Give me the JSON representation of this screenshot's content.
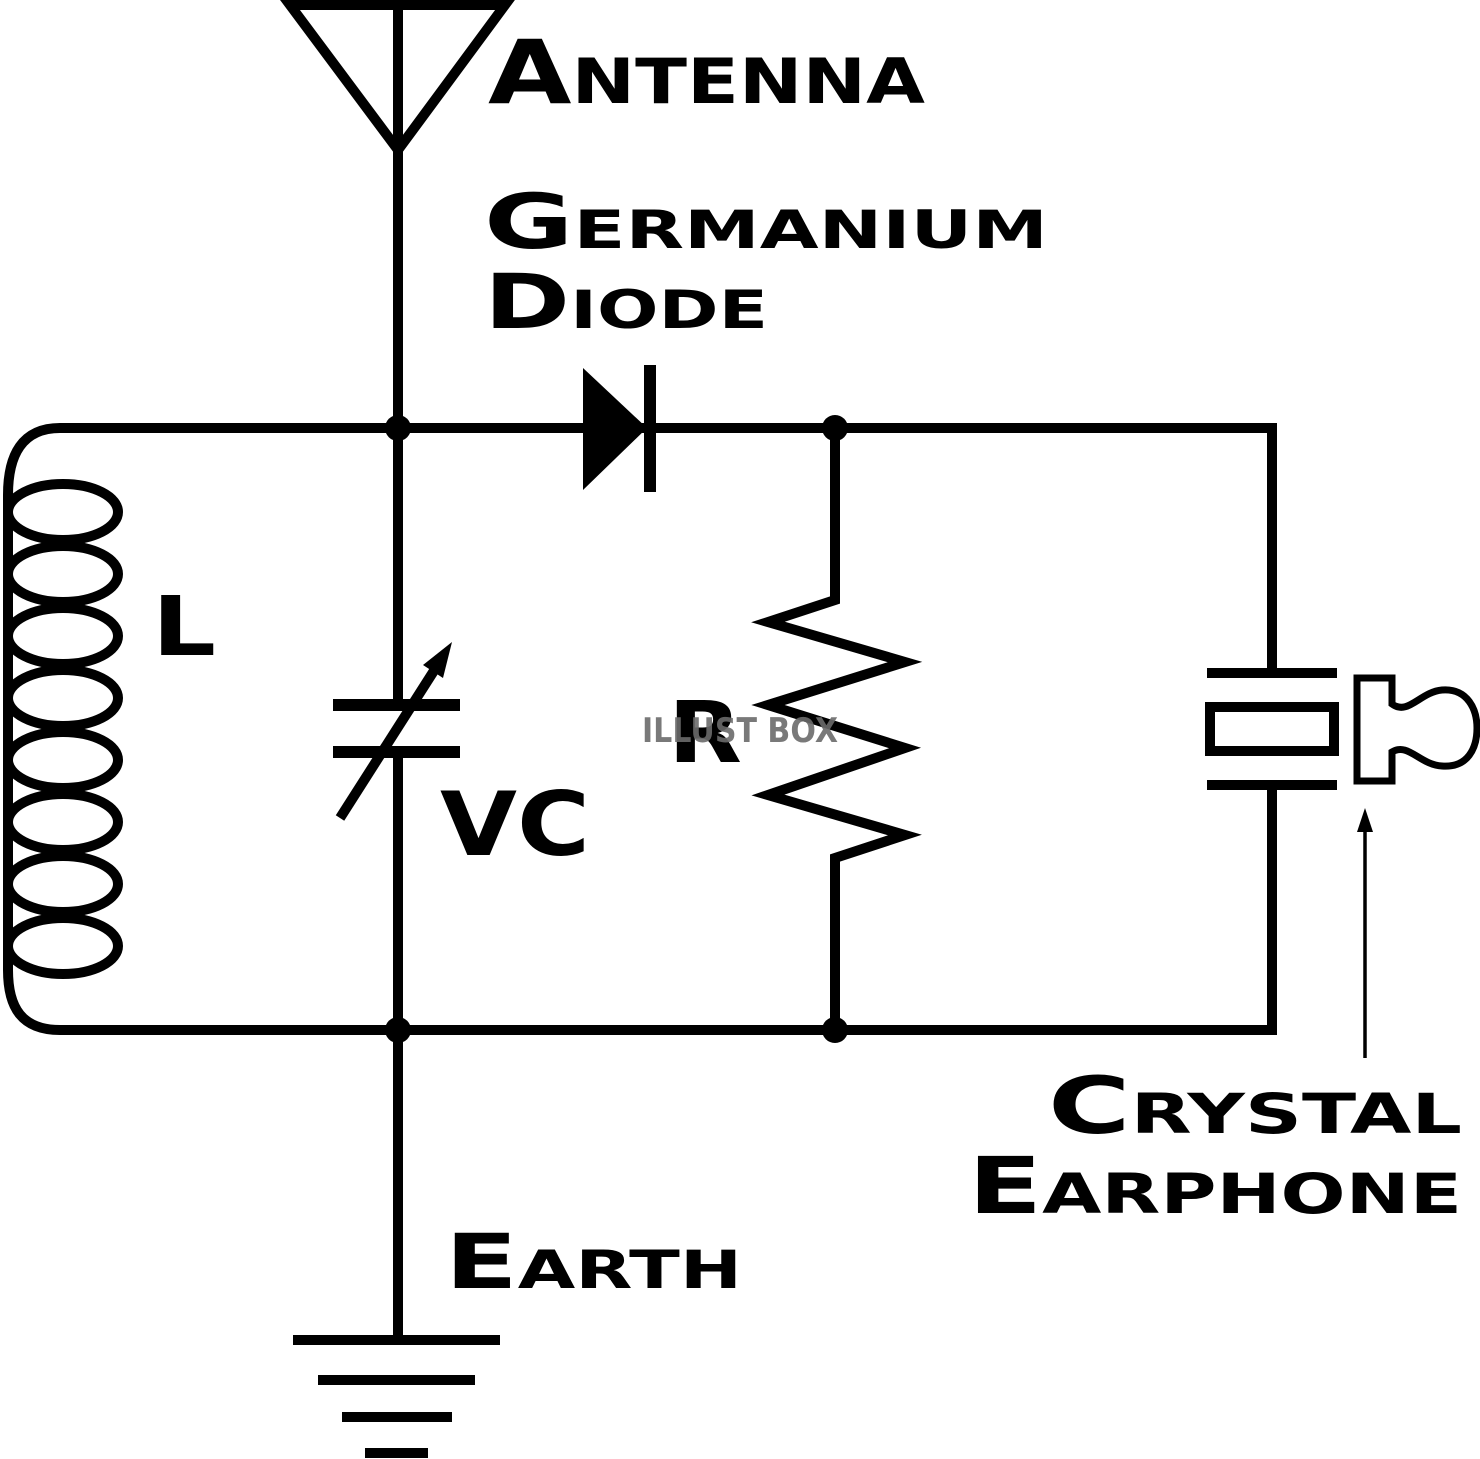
{
  "labels": {
    "antenna": "Antenna",
    "diode_line1": "Germanium",
    "diode_line2": "Diode",
    "inductor": "L",
    "capacitor": "VC",
    "resistor": "R",
    "earphone_line1": "Crystal",
    "earphone_line2": "Earphone",
    "earth": "Earth"
  },
  "watermark": "ILLUST BOX",
  "colors": {
    "line": "#000000",
    "background": "#ffffff",
    "watermark": "#6b6b6b"
  }
}
